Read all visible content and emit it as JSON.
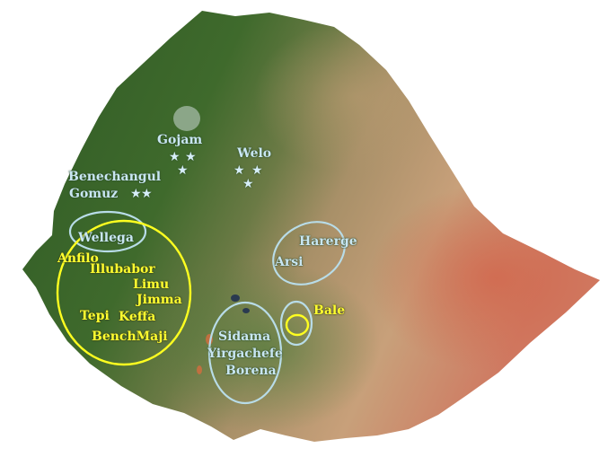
{
  "map": {
    "regions_blue": {
      "gojam": "Gojam",
      "welo": "Welo",
      "benechangul": "Benechangul",
      "gomuz": "Gomuz",
      "wellega": "Wellega",
      "harerge": "Harerge",
      "arsi": "Arsi",
      "sidama": "Sidama",
      "yirgachefe": "Yirgachefe",
      "borena": "Borena"
    },
    "regions_yellow": {
      "anfilo": "Anfilo",
      "illubabor": "Illubabor",
      "limu": "Limu",
      "jimma": "Jimma",
      "tepi": "Tepi",
      "keffa": "Keffa",
      "benchmaji": "BenchMaji",
      "bale": "Bale"
    },
    "star_glyph": "★",
    "colors": {
      "label_blue": "#c9e6f2",
      "label_yellow": "#ffff30",
      "circle_blue": "#b8dce8",
      "circle_yellow": "#ffff20",
      "land_green": "#3f6a2c",
      "land_tan": "#c8a77a",
      "land_red": "#cf7a62"
    }
  }
}
